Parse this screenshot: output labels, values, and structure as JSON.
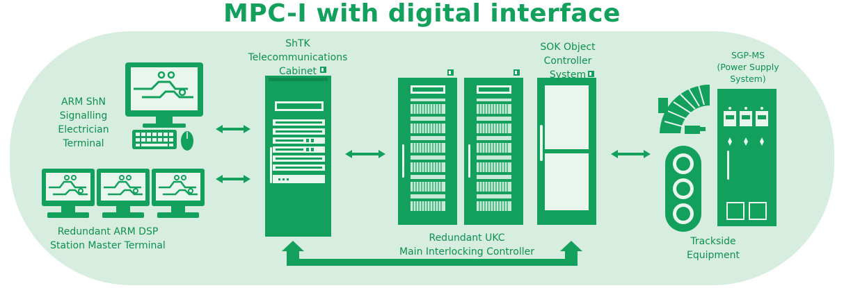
{
  "title": "MPC-I with digital interface",
  "labels": {
    "arm_shn": [
      "ARM ShN",
      "Signalling",
      "Electrician",
      "Terminal"
    ],
    "arm_dsp": [
      "Redundant ARM DSP",
      "Station Master Terminal"
    ],
    "shtk": [
      "ShTK",
      "Telecommunications",
      "Cabinet"
    ],
    "ukc": [
      "Redundant UKC",
      "Main Interlocking Controller"
    ],
    "sok": [
      "SOK Object",
      "Controller",
      "System"
    ],
    "sgp": [
      "SGP-MS",
      "(Power Supply",
      "System)"
    ],
    "trackside": [
      "Trackside",
      "Equipment"
    ]
  },
  "colors": {
    "primary": "#12a05c",
    "background": "#d6ede0",
    "light": "#e9f6ee"
  }
}
